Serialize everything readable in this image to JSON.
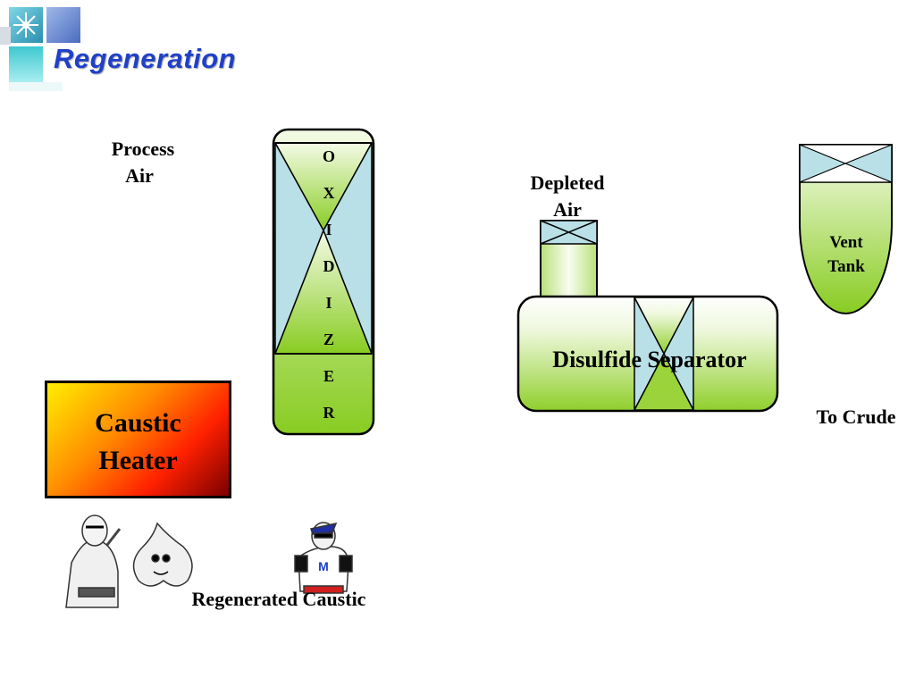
{
  "slide": {
    "title": "Regeneration"
  },
  "labels": {
    "process_air_1": "Process",
    "process_air_2": "Air",
    "depleted_air_1": "Depleted",
    "depleted_air_2": "Air",
    "vent_tank_1": "Vent",
    "vent_tank_2": "Tank",
    "separator": "Disulfide Separator",
    "heater_1": "Caustic",
    "heater_2": "Heater",
    "to_crude": "To Crude",
    "regenerated_caustic": "Regenerated Caustic"
  },
  "oxidizer_letters": [
    "O",
    "X",
    "I",
    "D",
    "I",
    "Z",
    "E",
    "R"
  ],
  "colors": {
    "vessel_green_light": "#f4fbe6",
    "vessel_green_dark": "#88cc22",
    "packing_blue": "#b8e0e6",
    "title_blue": "#2040c8"
  }
}
